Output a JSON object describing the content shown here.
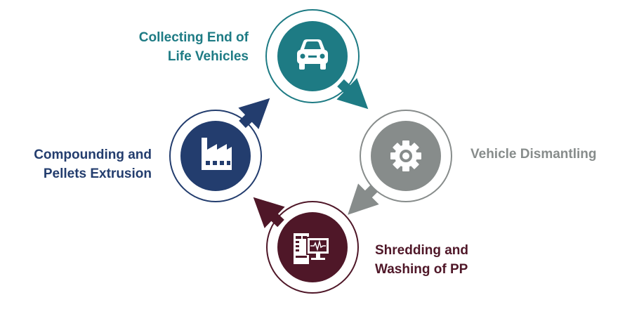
{
  "colors": {
    "teal": "#1e7b84",
    "gray": "#878c8b",
    "maroon": "#4f1728",
    "navy": "#233d6e"
  },
  "steps": [
    {
      "line1": "Collecting End of",
      "line2": "Life Vehicles",
      "icon": "car-icon",
      "color": "#1e7b84"
    },
    {
      "line1": "Vehicle Dismantling",
      "line2": "",
      "icon": "gear-icon",
      "color": "#878c8b"
    },
    {
      "line1": "Shredding and",
      "line2": "Washing of PP",
      "icon": "shredder-machine-icon",
      "color": "#4f1728"
    },
    {
      "line1": "Compounding and",
      "line2": "Pellets Extrusion",
      "icon": "factory-icon",
      "color": "#233d6e"
    }
  ]
}
